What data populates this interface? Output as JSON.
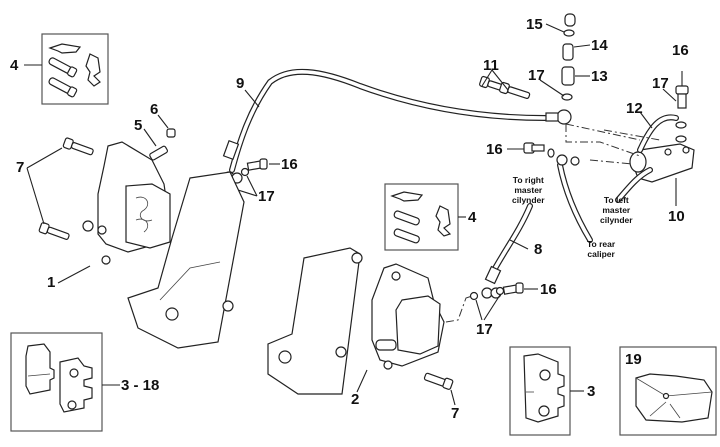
{
  "diagram": {
    "type": "exploded-parts-diagram",
    "subject": "Front/rear brake calipers, hoses and master cylinder assembly",
    "callouts": {
      "c1": "1",
      "c2": "2",
      "c3": "3",
      "c3_18": "3 - 18",
      "c4_top": "4",
      "c4_mid": "4",
      "c5": "5",
      "c6": "6",
      "c7_left": "7",
      "c7_bottom": "7",
      "c8": "8",
      "c9": "9",
      "c10": "10",
      "c11": "11",
      "c12": "12",
      "c13": "13",
      "c14": "14",
      "c15": "15",
      "c16_left": "16",
      "c16_mid": "16",
      "c16_lower": "16",
      "c16_right": "16",
      "c17_left": "17",
      "c17_mid": "17",
      "c17_lower": "17",
      "c17_right": "17",
      "c19": "19"
    },
    "notes": {
      "to_right_master": [
        "To right",
        "master",
        "cilynder"
      ],
      "to_left_master": [
        "To left",
        "master",
        "cilynder"
      ],
      "to_rear_caliper": [
        "To rear",
        "caliper"
      ]
    }
  }
}
